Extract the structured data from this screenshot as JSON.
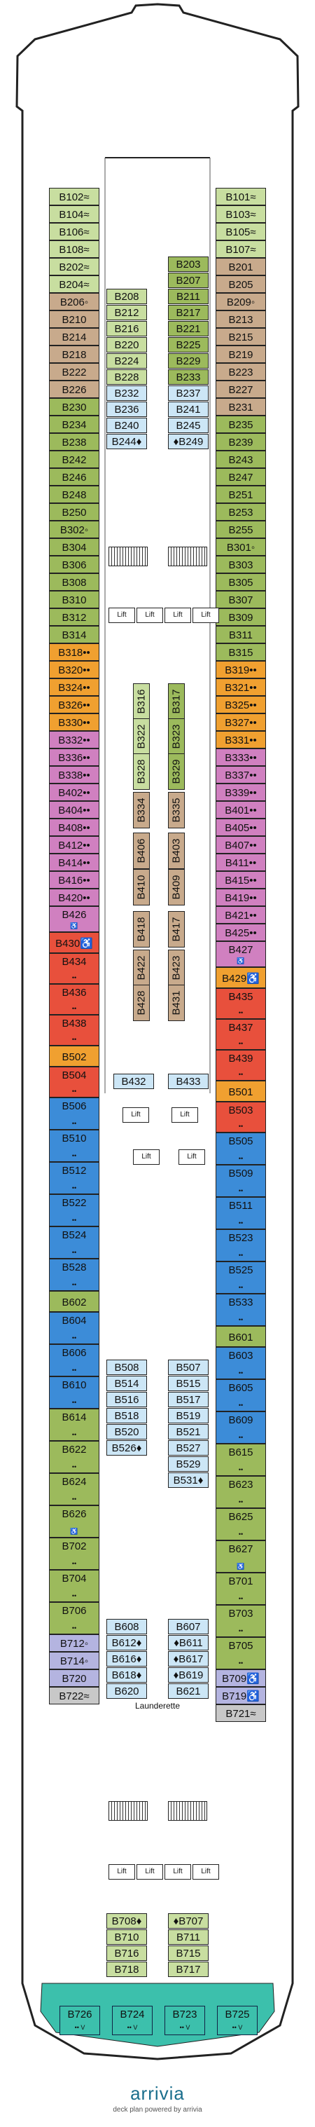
{
  "colors": {
    "green": "#9cba5c",
    "lightgreen": "#c8dea0",
    "tan": "#c8aa8c",
    "orange": "#f0a030",
    "pink": "#d080c0",
    "red": "#e8503c",
    "blue": "#3c8cd8",
    "lightblue": "#cce6f6",
    "lavender": "#b4b4e0",
    "grey": "#c8c8c8",
    "teal": "#3cc0ac",
    "teallight": "#8ce0d0"
  },
  "lift_label": "Lift",
  "launderette": "Launderette",
  "brand": {
    "name": "arrivia",
    "tagline": "deck plan powered by arrivia"
  },
  "cabins": {
    "left": [
      [
        "B102",
        "≈",
        "lightgreen"
      ],
      [
        "B104",
        "≈",
        "lightgreen"
      ],
      [
        "B106",
        "≈",
        "lightgreen"
      ],
      [
        "B108",
        "≈",
        "lightgreen"
      ],
      [
        "B202",
        "≈",
        "lightgreen"
      ],
      [
        "B204",
        "≈",
        "lightgreen"
      ],
      [
        "B206",
        "◦",
        "tan"
      ],
      [
        "B210",
        "",
        "tan"
      ],
      [
        "B214",
        "",
        "tan"
      ],
      [
        "B218",
        "",
        "tan"
      ],
      [
        "B222",
        "",
        "tan"
      ],
      [
        "B226",
        "",
        "tan"
      ],
      [
        "B230",
        "",
        "green"
      ],
      [
        "B234",
        "",
        "green"
      ],
      [
        "B238",
        "",
        "green"
      ],
      [
        "B242",
        "",
        "green"
      ],
      [
        "B246",
        "",
        "green"
      ],
      [
        "B248",
        "",
        "green"
      ],
      [
        "B250",
        "",
        "green"
      ],
      [
        "B302",
        "◦",
        "green"
      ],
      [
        "B304",
        "",
        "green"
      ],
      [
        "B306",
        "",
        "green"
      ],
      [
        "B308",
        "",
        "green"
      ],
      [
        "B310",
        "",
        "green"
      ],
      [
        "B312",
        "",
        "green"
      ],
      [
        "B314",
        "",
        "green"
      ],
      [
        "B318",
        "••",
        "orange"
      ],
      [
        "B320",
        "••",
        "orange"
      ],
      [
        "B324",
        "••",
        "orange"
      ],
      [
        "B326",
        "••",
        "orange"
      ],
      [
        "B330",
        "••",
        "orange"
      ],
      [
        "B332",
        "••",
        "pink"
      ],
      [
        "B336",
        "••",
        "pink"
      ],
      [
        "B338",
        "••",
        "pink"
      ],
      [
        "B402",
        "••",
        "pink"
      ],
      [
        "B404",
        "••",
        "pink"
      ],
      [
        "B408",
        "••",
        "pink"
      ],
      [
        "B412",
        "••",
        "pink"
      ],
      [
        "B414",
        "••",
        "pink"
      ],
      [
        "B416",
        "••",
        "pink"
      ],
      [
        "B420",
        "••",
        "pink"
      ],
      [
        "B426",
        "♿",
        "pink"
      ],
      [
        "B430",
        "♿",
        "red"
      ],
      [
        "B434",
        "••",
        "red"
      ],
      [
        "B436",
        "••",
        "red"
      ],
      [
        "B438",
        "••",
        "red"
      ],
      [
        "B502",
        "",
        "orange"
      ],
      [
        "B504",
        "••",
        "red"
      ],
      [
        "B506",
        "••",
        "blue"
      ],
      [
        "B510",
        "••",
        "blue"
      ],
      [
        "B512",
        "••",
        "blue"
      ],
      [
        "B522",
        "••",
        "blue"
      ],
      [
        "B524",
        "••",
        "blue"
      ],
      [
        "B528",
        "••",
        "blue"
      ],
      [
        "B602",
        "",
        "green"
      ],
      [
        "B604",
        "••",
        "blue"
      ],
      [
        "B606",
        "••",
        "blue"
      ],
      [
        "B610",
        "••",
        "blue"
      ],
      [
        "B614",
        "••",
        "green"
      ],
      [
        "B622",
        "••",
        "green"
      ],
      [
        "B624",
        "••",
        "green"
      ],
      [
        "B626",
        "♿",
        "green"
      ],
      [
        "B702",
        "••",
        "green"
      ],
      [
        "B704",
        "••",
        "green"
      ],
      [
        "B706",
        "••",
        "green"
      ],
      [
        "B712",
        "◦",
        "lavender"
      ],
      [
        "B714",
        "◦",
        "lavender"
      ],
      [
        "B720",
        "",
        "lavender"
      ],
      [
        "B722",
        "≈",
        "grey"
      ]
    ],
    "right": [
      [
        "B101",
        "≈",
        "lightgreen"
      ],
      [
        "B103",
        "≈",
        "lightgreen"
      ],
      [
        "B105",
        "≈",
        "lightgreen"
      ],
      [
        "B107",
        "≈",
        "lightgreen"
      ],
      [
        "B201",
        "",
        "tan"
      ],
      [
        "B205",
        "",
        "tan"
      ],
      [
        "B209",
        "◦",
        "tan"
      ],
      [
        "B213",
        "",
        "tan"
      ],
      [
        "B215",
        "",
        "tan"
      ],
      [
        "B219",
        "",
        "tan"
      ],
      [
        "B223",
        "",
        "tan"
      ],
      [
        "B227",
        "",
        "tan"
      ],
      [
        "B231",
        "",
        "tan"
      ],
      [
        "B235",
        "",
        "green"
      ],
      [
        "B239",
        "",
        "green"
      ],
      [
        "B243",
        "",
        "green"
      ],
      [
        "B247",
        "",
        "green"
      ],
      [
        "B251",
        "",
        "green"
      ],
      [
        "B253",
        "",
        "green"
      ],
      [
        "B255",
        "",
        "green"
      ],
      [
        "B301",
        "◦",
        "green"
      ],
      [
        "B303",
        "",
        "green"
      ],
      [
        "B305",
        "",
        "green"
      ],
      [
        "B307",
        "",
        "green"
      ],
      [
        "B309",
        "",
        "green"
      ],
      [
        "B311",
        "",
        "green"
      ],
      [
        "B315",
        "",
        "green"
      ],
      [
        "B319",
        "••",
        "orange"
      ],
      [
        "B321",
        "••",
        "orange"
      ],
      [
        "B325",
        "••",
        "orange"
      ],
      [
        "B327",
        "••",
        "orange"
      ],
      [
        "B331",
        "••",
        "orange"
      ],
      [
        "B333",
        "••",
        "pink"
      ],
      [
        "B337",
        "••",
        "pink"
      ],
      [
        "B339",
        "••",
        "pink"
      ],
      [
        "B401",
        "••",
        "pink"
      ],
      [
        "B405",
        "••",
        "pink"
      ],
      [
        "B407",
        "••",
        "pink"
      ],
      [
        "B411",
        "••",
        "pink"
      ],
      [
        "B415",
        "••",
        "pink"
      ],
      [
        "B419",
        "••",
        "pink"
      ],
      [
        "B421",
        "••",
        "pink"
      ],
      [
        "B425",
        "••",
        "pink"
      ],
      [
        "B427",
        "♿",
        "pink"
      ],
      [
        "B429",
        "♿",
        "orange"
      ],
      [
        "B435",
        "••",
        "red"
      ],
      [
        "B437",
        "••",
        "red"
      ],
      [
        "B439",
        "••",
        "red"
      ],
      [
        "B501",
        "",
        "orange"
      ],
      [
        "B503",
        "••",
        "red"
      ],
      [
        "B505",
        "••",
        "blue"
      ],
      [
        "B509",
        "••",
        "blue"
      ],
      [
        "B511",
        "••",
        "blue"
      ],
      [
        "B523",
        "••",
        "blue"
      ],
      [
        "B525",
        "••",
        "blue"
      ],
      [
        "B533",
        "••",
        "blue"
      ],
      [
        "B601",
        "",
        "green"
      ],
      [
        "B603",
        "••",
        "blue"
      ],
      [
        "B605",
        "••",
        "blue"
      ],
      [
        "B609",
        "••",
        "blue"
      ],
      [
        "B615",
        "••",
        "green"
      ],
      [
        "B623",
        "••",
        "green"
      ],
      [
        "B625",
        "••",
        "green"
      ],
      [
        "B627",
        "♿",
        "green"
      ],
      [
        "B701",
        "••",
        "green"
      ],
      [
        "B703",
        "••",
        "green"
      ],
      [
        "B705",
        "••",
        "green"
      ],
      [
        "B709",
        "♿",
        "lavender"
      ],
      [
        "B719",
        "♿",
        "lavender"
      ],
      [
        "B721",
        "≈",
        "grey"
      ]
    ],
    "inner_left": [
      [
        "B208",
        "lightgreen"
      ],
      [
        "B212",
        "lightgreen"
      ],
      [
        "B216",
        "lightgreen"
      ],
      [
        "B220",
        "lightgreen"
      ],
      [
        "B224",
        "lightgreen"
      ],
      [
        "B228",
        "lightgreen"
      ],
      [
        "B232",
        "lightblue"
      ],
      [
        "B236",
        "lightblue"
      ],
      [
        "B240",
        "lightblue"
      ],
      [
        "B244♦",
        "lightblue"
      ],
      [
        "B508",
        "lightblue"
      ],
      [
        "B514",
        "lightblue"
      ],
      [
        "B516",
        "lightblue"
      ],
      [
        "B518",
        "lightblue"
      ],
      [
        "B520",
        "lightblue"
      ],
      [
        "B526♦",
        "lightblue"
      ],
      [
        "B608",
        "lightblue"
      ],
      [
        "B612♦",
        "lightblue"
      ],
      [
        "B616♦",
        "lightblue"
      ],
      [
        "B618♦",
        "lightblue"
      ],
      [
        "B620",
        "lightblue"
      ],
      [
        "B708♦",
        "lightgreen"
      ],
      [
        "B710",
        "lightgreen"
      ],
      [
        "B716",
        "lightgreen"
      ],
      [
        "B718",
        "lightgreen"
      ]
    ],
    "inner_right": [
      [
        "B203",
        "green"
      ],
      [
        "B207",
        "green"
      ],
      [
        "B211",
        "green"
      ],
      [
        "B217",
        "green"
      ],
      [
        "B221",
        "green"
      ],
      [
        "B225",
        "green"
      ],
      [
        "B229",
        "green"
      ],
      [
        "B233",
        "green"
      ],
      [
        "B237",
        "lightblue"
      ],
      [
        "B241",
        "lightblue"
      ],
      [
        "B245",
        "lightblue"
      ],
      [
        "♦B249",
        "lightblue"
      ],
      [
        "B507",
        "lightblue"
      ],
      [
        "B515",
        "lightblue"
      ],
      [
        "B517",
        "lightblue"
      ],
      [
        "B519",
        "lightblue"
      ],
      [
        "B521",
        "lightblue"
      ],
      [
        "B527",
        "lightblue"
      ],
      [
        "B529",
        "lightblue"
      ],
      [
        "B531♦",
        "lightblue"
      ],
      [
        "B607",
        "lightblue"
      ],
      [
        "♦B611",
        "lightblue"
      ],
      [
        "♦B617",
        "lightblue"
      ],
      [
        "♦B619",
        "lightblue"
      ],
      [
        "B621",
        "lightblue"
      ],
      [
        "♦B707",
        "lightgreen"
      ],
      [
        "B711",
        "lightgreen"
      ],
      [
        "B715",
        "lightgreen"
      ],
      [
        "B717",
        "lightgreen"
      ]
    ],
    "vertical": [
      [
        "B316",
        "lightgreen"
      ],
      [
        "B317",
        "green"
      ],
      [
        "B322",
        "lightgreen"
      ],
      [
        "B323",
        "green"
      ],
      [
        "B328",
        "lightgreen"
      ],
      [
        "B329",
        "green"
      ],
      [
        "B334",
        "tan"
      ],
      [
        "B335",
        "tan"
      ],
      [
        "B406",
        "tan"
      ],
      [
        "B403",
        "tan"
      ],
      [
        "B410",
        "tan"
      ],
      [
        "B409",
        "tan"
      ],
      [
        "B418",
        "tan"
      ],
      [
        "B417",
        "tan"
      ],
      [
        "B422",
        "tan"
      ],
      [
        "B423",
        "tan"
      ],
      [
        "B428",
        "tan"
      ],
      [
        "B431",
        "tan"
      ]
    ],
    "mid": [
      [
        "B432",
        "lightblue"
      ],
      [
        "B433",
        "lightblue"
      ]
    ],
    "stern": [
      [
        "B726",
        "•• V",
        "teal"
      ],
      [
        "B724",
        "•• V",
        "teal"
      ],
      [
        "B723",
        "•• V",
        "teal"
      ],
      [
        "B725",
        "•• V",
        "teal"
      ]
    ]
  }
}
